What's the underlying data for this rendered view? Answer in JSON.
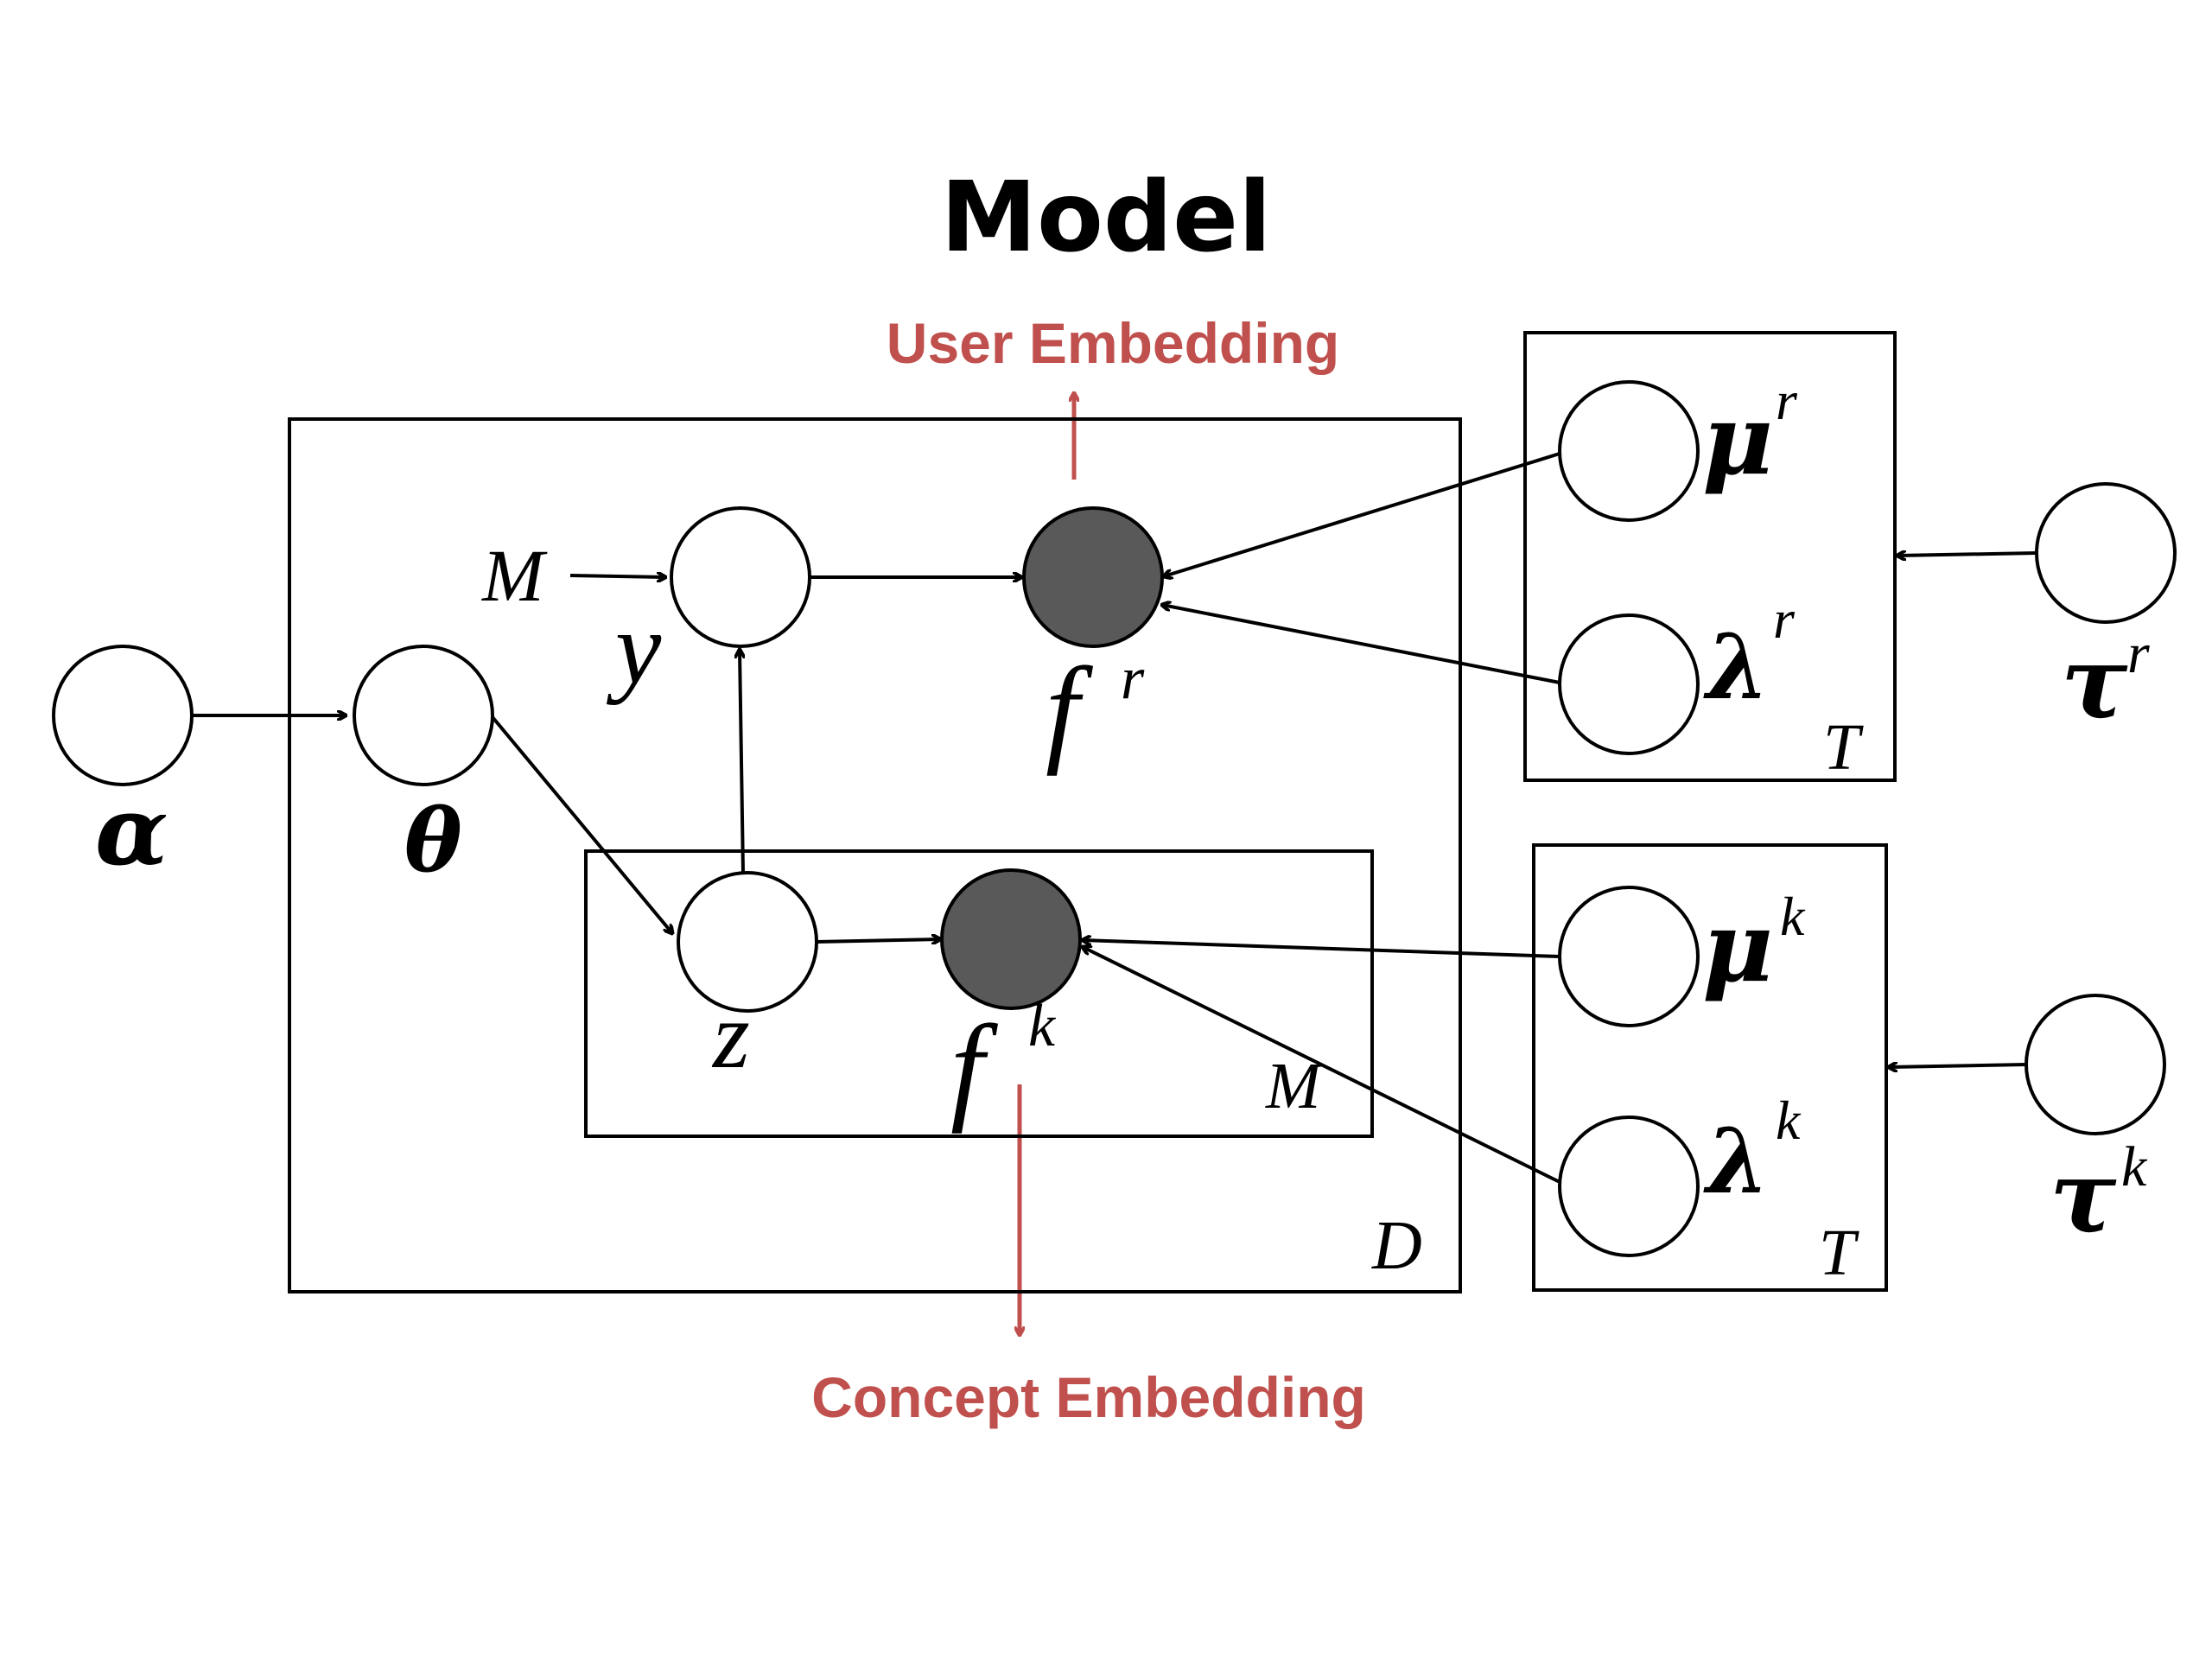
{
  "title": "Model",
  "callouts": {
    "user": "User Embedding",
    "concept": "Concept Embedding",
    "color": "#c0504d"
  },
  "node_fill_observed": "#595959",
  "nodes": {
    "alpha": "α",
    "theta": "θ",
    "y": "y",
    "z": "z",
    "f_r_base": "f",
    "f_r_sup": "r",
    "f_k_base": "f",
    "f_k_sup": "k",
    "mu_r_base": "μ",
    "mu_r_sup": "r",
    "lambda_r_base": "λ",
    "lambda_r_sup": "r",
    "mu_k_base": "μ",
    "mu_k_sup": "k",
    "lambda_k_base": "λ",
    "lambda_k_sup": "k",
    "tau_r_base": "τ",
    "tau_r_sup": "r",
    "tau_k_base": "τ",
    "tau_k_sup": "k"
  },
  "plates": {
    "D": "D",
    "M_inner": "M",
    "T_top": "T",
    "T_bottom": "T"
  },
  "observed_input": "M"
}
